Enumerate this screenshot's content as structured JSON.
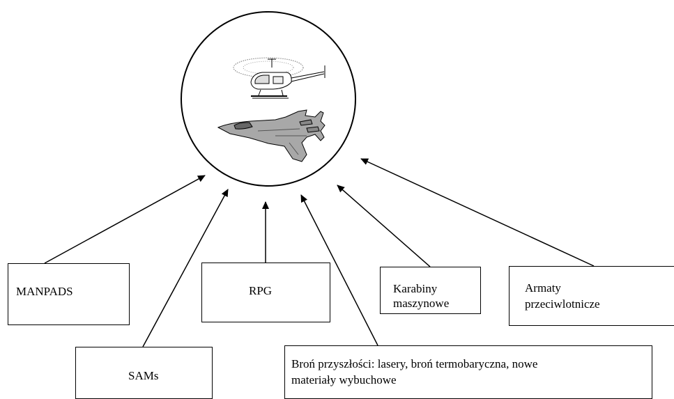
{
  "boxes": {
    "manpads": "MANPADS",
    "sams": "SAMs",
    "rpg": "RPG",
    "karabiny_line1": "Karabiny",
    "karabiny_line2": "maszynowe",
    "armaty_line1": "Armaty",
    "armaty_line2": "przeciwlotnicze",
    "future_line1": "Broń przyszłości: lasery, broń termobaryczna, nowe",
    "future_line2": "materiały wybuchowe"
  },
  "icons": {
    "helicopter": "helicopter-icon",
    "jet": "fighter-jet-icon"
  }
}
